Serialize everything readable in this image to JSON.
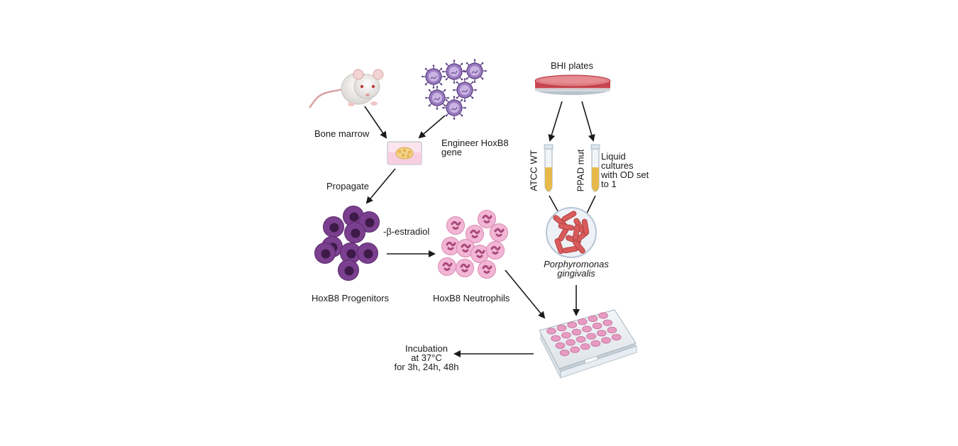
{
  "labels": {
    "bone_marrow": "Bone marrow",
    "engineer_line1": "Engineer HoxB8",
    "engineer_line2": "gene",
    "propagate": "Propagate",
    "estradiol": "-β-estradiol",
    "progenitors": "HoxB8 Progenitors",
    "neutrophils": "HoxB8 Neutrophils",
    "bhi_plates": "BHI plates",
    "atcc_wt": "ATCC WT",
    "ppad_mut": "PPAD mut",
    "liquid_line1": "Liquid",
    "liquid_line2": "cultures",
    "liquid_line3": "with OD set",
    "liquid_line4": "to 1",
    "species_line1": "Porphyromonas",
    "species_line2": "gingivalis",
    "incubation_line1": "Incubation",
    "incubation_line2": "at 37°C",
    "incubation_line3": "for 3h, 24h, 48h"
  },
  "icons": {
    "mouse": "mouse-icon",
    "virus": "virus-icon",
    "culture_dish": "culture-dish-icon",
    "petri_dish": "petri-dish-icon",
    "tube": "culture-tube-icon",
    "bacteria": "bacteria-icon",
    "cell": "cell-icon",
    "well_plate": "well-plate-icon"
  },
  "colors": {
    "progenitor": "#7b3f8f",
    "progenitor_nucleus": "#3e1a48",
    "neutrophil": "#f2b6d4",
    "neutrophil_nucleus": "#a8497a",
    "bacteria": "#d95b5b",
    "agar": "#c9444f",
    "virus": "#9a7bc0",
    "tube_liquid": "#e6b94a",
    "plate_well": "#e79bc2",
    "arrow": "#1a1a1a"
  }
}
